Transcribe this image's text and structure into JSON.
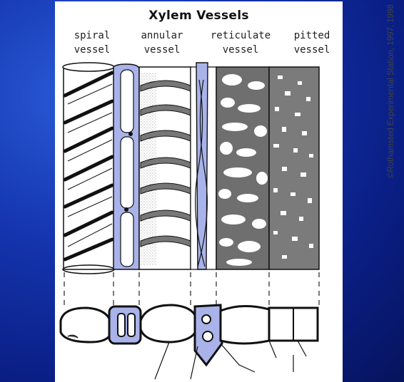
{
  "diagram": {
    "title": "Xylem Vessels",
    "vessels": [
      {
        "line1": "spiral",
        "line2": "vessel"
      },
      {
        "line1": "annular",
        "line2": "vessel"
      },
      {
        "line1": "reticulate",
        "line2": "vessel"
      },
      {
        "line1": "pitted",
        "line2": "vessel"
      }
    ],
    "credit": "©Rothamsted Experimental Station, 1997, 1998"
  },
  "colors": {
    "background": "#1536b0",
    "panel": "#ffffff",
    "vessel_fill": "#a9b3ea",
    "pitted_fill": "#7b7b7b",
    "ink": "#111111"
  }
}
